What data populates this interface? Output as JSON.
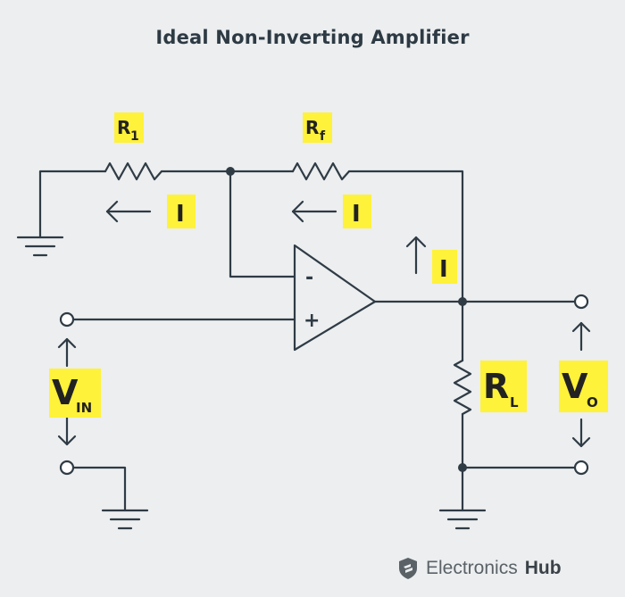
{
  "title": "Ideal Non-Inverting Amplifier",
  "labels": {
    "r1": {
      "main": "R",
      "sub": "1"
    },
    "rf": {
      "main": "R",
      "sub": "f"
    },
    "rl": {
      "main": "R",
      "sub": "L"
    },
    "vin": {
      "main": "V",
      "sub": "IN"
    },
    "vo": {
      "main": "V",
      "sub": "O"
    },
    "current": "I"
  },
  "opamp": {
    "inverting_sign": "-",
    "noninverting_sign": "+"
  },
  "brand": {
    "name": "Electronics",
    "suffix": "Hub",
    "logo": "electronics-hub-logo-icon"
  },
  "colors": {
    "highlight": "#fff23a",
    "wire": "#2f3b45",
    "background": "#eceeef"
  }
}
